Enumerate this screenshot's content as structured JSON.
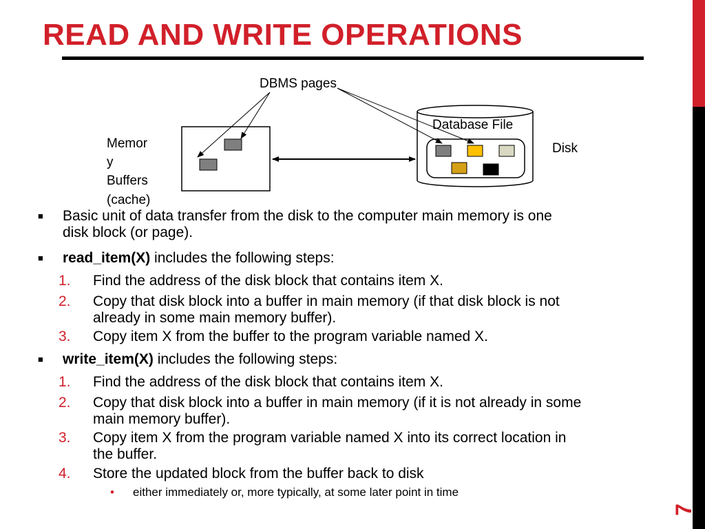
{
  "slide": {
    "title": "READ AND WRITE OPERATIONS",
    "page_number": "7",
    "accent_color": "#d1202a"
  },
  "diagram": {
    "dbms_pages_label": "DBMS pages",
    "database_file_label": "Database File",
    "disk_label": "Disk",
    "memory_label_lines": [
      "Memor",
      "y",
      "Buffers",
      "(cache)"
    ],
    "block_colors": {
      "gray": "#7f7f7f",
      "yellow": "#ffc000",
      "light": "#d9d9c3",
      "gold": "#d4a017",
      "black": "#000000"
    }
  },
  "bullets": [
    {
      "text_lines": [
        "Basic unit of data transfer from the disk to the computer main memory is one",
        "disk block (or page)."
      ]
    },
    {
      "bold": "read_item(X)",
      "rest": " includes the following steps:",
      "steps": [
        {
          "num": "1.",
          "lines": [
            "Find the address of the disk block that contains item X."
          ]
        },
        {
          "num": "2.",
          "lines": [
            "Copy that disk block into a buffer in main memory (if that disk block is not",
            "already in some main memory buffer)."
          ]
        },
        {
          "num": "3.",
          "lines": [
            "Copy item X from the buffer to the program variable named X."
          ]
        }
      ]
    },
    {
      "bold": "write_item(X)",
      "rest": " includes the following steps:",
      "steps": [
        {
          "num": "1.",
          "lines": [
            "Find the address of the disk block that contains item X."
          ]
        },
        {
          "num": "2.",
          "lines": [
            "Copy that disk block into a buffer in main memory (if it is not already in some",
            "main memory buffer)."
          ]
        },
        {
          "num": "3.",
          "lines": [
            "Copy item X from the program variable named X into its correct location in",
            "the buffer."
          ]
        },
        {
          "num": "4.",
          "lines": [
            "Store the updated block from the buffer back to disk"
          ]
        }
      ],
      "sub_bullet": "either immediately or, more typically, at some later point in time"
    }
  ]
}
